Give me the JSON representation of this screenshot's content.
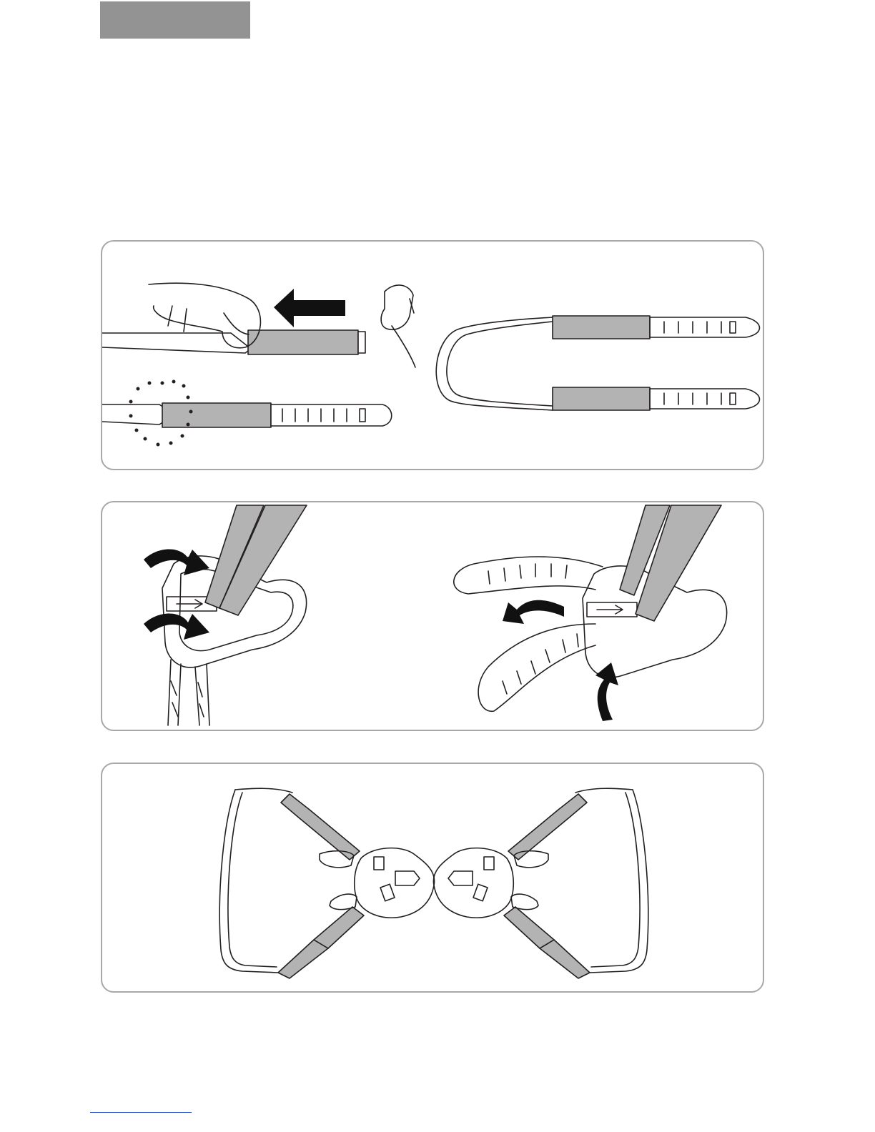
{
  "colors": {
    "page_background": "#ffffff",
    "header_tab": "#939393",
    "panel_border": "#a8a8a8",
    "strap_sleeve": "#b3b3b3",
    "line_art": "#231f20",
    "arrow": "#111111",
    "footer_rule": "#1a3fbf"
  },
  "panels": [
    {
      "illustrations": [
        "hand-sliding-sleeve",
        "strap-end-highlighted",
        "strap-loop-two-ends"
      ]
    },
    {
      "illustrations": [
        "buckle-threading-step-one",
        "buckle-threading-step-two"
      ]
    },
    {
      "illustrations": [
        "harness-buckles-assembled"
      ]
    }
  ]
}
